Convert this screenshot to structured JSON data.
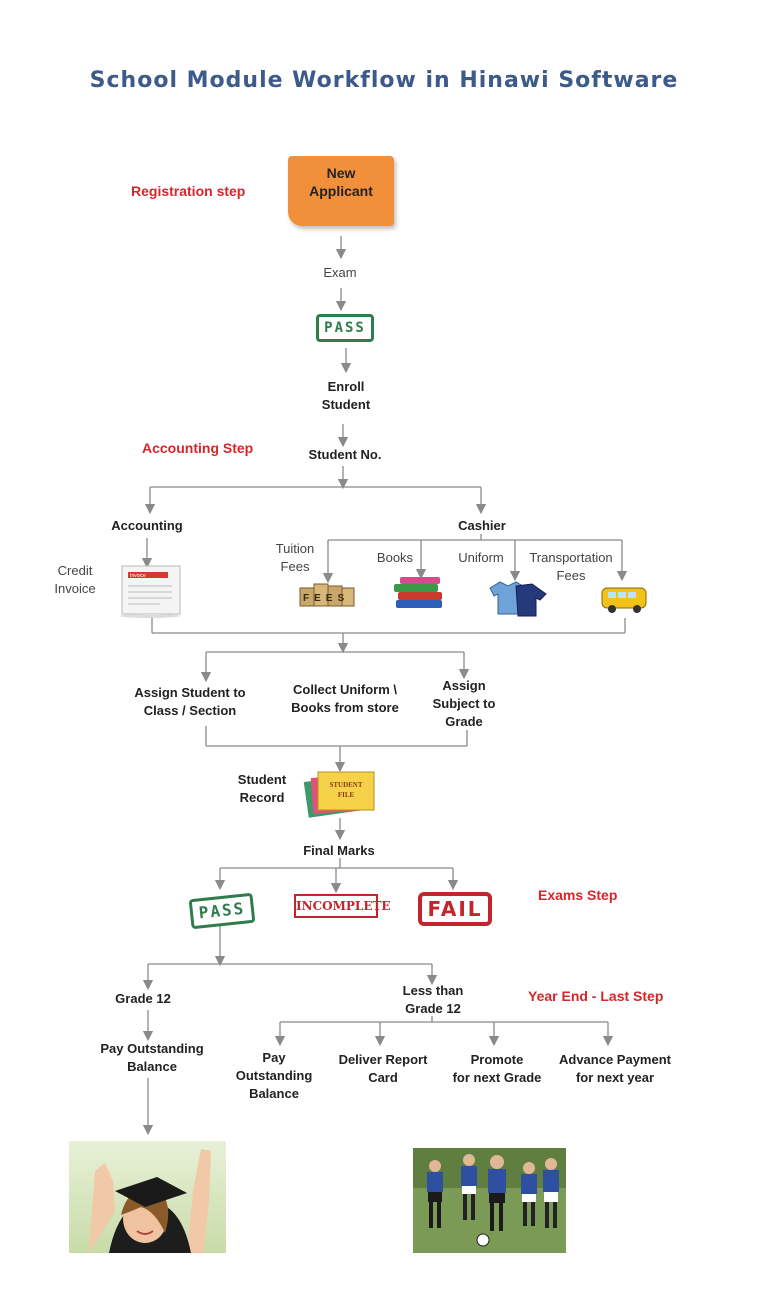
{
  "title": "School Module Workflow in Hinawi Software",
  "steps": {
    "registration": "Registration step",
    "accounting": "Accounting Step",
    "exams": "Exams Step",
    "year_end": "Year End - Last Step"
  },
  "nodes": {
    "new_applicant": [
      "New",
      "Applicant"
    ],
    "exam": "Exam",
    "pass_stamp": "PASS",
    "enroll_student": [
      "Enroll",
      "Student"
    ],
    "student_no": "Student No.",
    "accounting": "Accounting",
    "cashier": "Cashier",
    "credit_invoice": [
      "Credit",
      "Invoice"
    ],
    "invoice_label": "Invoice",
    "tuition_fees": [
      "Tuition",
      "Fees"
    ],
    "books": "Books",
    "uniform": "Uniform",
    "transportation_fees": [
      "Transportation",
      "Fees"
    ],
    "fees_blocks": "FEES",
    "assign_class": [
      "Assign Student to",
      "Class / Section"
    ],
    "collect_uniform": [
      "Collect Uniform \\",
      "Books from store"
    ],
    "assign_subject": [
      "Assign",
      "Subject to",
      "Grade"
    ],
    "student_record": [
      "Student",
      "Record"
    ],
    "student_file": [
      "STUDENT",
      "FILE"
    ],
    "final_marks": "Final Marks",
    "result_pass": "PASS",
    "result_incomplete": "INCOMPLETE",
    "result_fail": "FAIL",
    "grade_12": "Grade 12",
    "less_than_grade_12": [
      "Less than",
      "Grade 12"
    ],
    "pay_outstanding_balance": [
      "Pay Outstanding",
      "Balance"
    ],
    "pay_outstanding_balance_2": [
      "Pay",
      "Outstanding",
      "Balance"
    ],
    "deliver_report_card": [
      "Deliver Report",
      "Card"
    ],
    "promote_next_grade": [
      "Promote",
      "for next Grade"
    ],
    "advance_payment": [
      "Advance Payment",
      "for next year"
    ]
  },
  "colors": {
    "title": "#3c5a8a",
    "step": "#d6262a",
    "applicant": "#f28f3b",
    "line": "#8a8a8a",
    "pass": "#2f7d4d",
    "fail": "#c0262b"
  }
}
